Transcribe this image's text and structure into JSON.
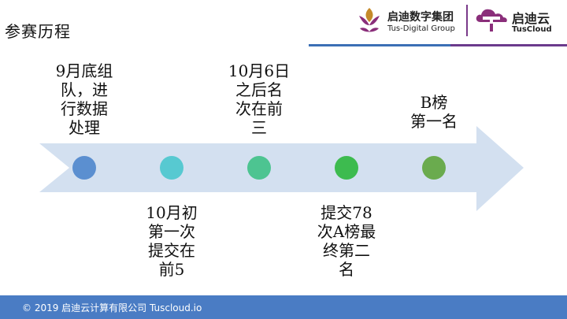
{
  "slide": {
    "title": "参赛历程"
  },
  "logos": {
    "tus_digital": {
      "name": "启迪数字集团",
      "subtitle": "Tus-Digital Group",
      "icon": "tus-flower-icon",
      "color": "#8a2e7a"
    },
    "tus_cloud": {
      "name": "启迪云",
      "subtitle": "TusCloud",
      "icon": "tus-cloud-icon",
      "color": "#8a2e7a"
    }
  },
  "timeline": {
    "arrow_color": "#d3e0f0",
    "milestones": [
      {
        "label": "9月底组\n队，进\n行数据\n处理",
        "color": "#5b8fd0",
        "position": "above"
      },
      {
        "label": "10月初\n第一次\n提交在\n前5",
        "color": "#57c9d1",
        "position": "below"
      },
      {
        "label": "10月6日\n之后名\n次在前\n三",
        "color": "#4dc491",
        "position": "above"
      },
      {
        "label": "提交78\n次A榜最\n终第二\n名",
        "color": "#3dbb4f",
        "position": "below"
      },
      {
        "label": "B榜\n第一名",
        "color": "#6aab4e",
        "position": "above"
      }
    ]
  },
  "footer": {
    "text": "© 2019 启迪云计算有限公司 Tuscloud.io",
    "color": "#4a7cc4"
  }
}
